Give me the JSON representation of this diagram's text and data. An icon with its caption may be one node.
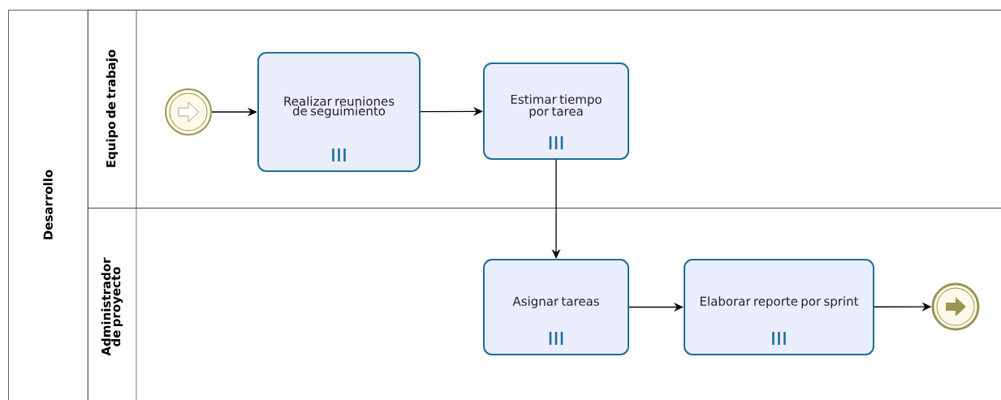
{
  "diagram": {
    "nodes": [
      {
        "text": [
          "Desarrollo"
        ]
      },
      {
        "text": [
          "Equipo de trabajo"
        ],
        "in": 0
      },
      {
        "text": [
          "Administrador de proyecto"
        ],
        "in": 0
      },
      {
        "text": [],
        "shape": "circle",
        "in": 1
      },
      {
        "text": [
          "Realizar reuniones de seguimiento"
        ],
        "in": 1
      },
      {
        "text": [
          "Estimar tiempo por tarea"
        ],
        "in": 1
      },
      {
        "text": [
          "Asignar tareas"
        ],
        "in": 2
      },
      {
        "text": [
          "Elaborar reporte por sprint"
        ],
        "in": 2
      },
      {
        "text": [],
        "shape": "circle",
        "in": 2
      }
    ],
    "edges": [
      {
        "from": 3,
        "to": 4,
        "arrow": "to"
      },
      {
        "from": 4,
        "to": 5,
        "arrow": "to"
      },
      {
        "from": 5,
        "to": 6,
        "arrow": "to"
      },
      {
        "from": 6,
        "to": 7,
        "arrow": "to"
      },
      {
        "from": 7,
        "to": 8,
        "arrow": "to"
      }
    ]
  }
}
